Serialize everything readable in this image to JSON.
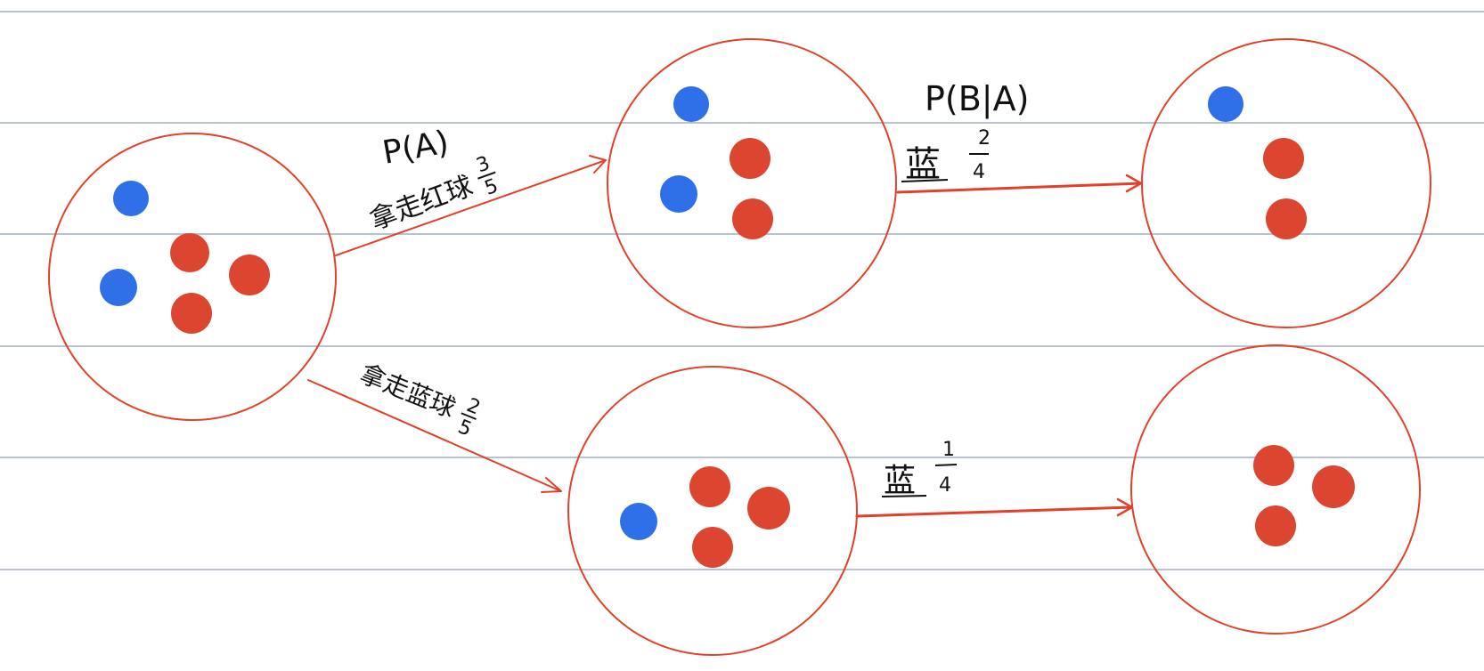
{
  "colors": {
    "ruling": "#b9c3d0",
    "circle": "#e0412a",
    "red_ball": "#dc4530",
    "blue_ball": "#2f6fe8",
    "ink": "#111111"
  },
  "urns": [
    {
      "id": "start",
      "balls": [
        "blue",
        "blue",
        "red",
        "red",
        "red"
      ]
    },
    {
      "id": "after-red",
      "balls": [
        "blue",
        "blue",
        "red",
        "red"
      ]
    },
    {
      "id": "after-red-blue",
      "balls": [
        "blue",
        "red",
        "red"
      ]
    },
    {
      "id": "after-blue",
      "balls": [
        "blue",
        "red",
        "red",
        "red"
      ]
    },
    {
      "id": "after-blue-blue",
      "balls": [
        "red",
        "red",
        "red"
      ]
    }
  ],
  "labels": {
    "p_a": "P(A)",
    "take_red": "拿走红球",
    "take_red_num": "3",
    "take_red_den": "5",
    "p_b_given_a": "P(B|A)",
    "blue_top": "蓝",
    "blue_top_num": "2",
    "blue_top_den": "4",
    "take_blue": "拿走蓝球",
    "take_blue_num": "2",
    "take_blue_den": "5",
    "blue_bottom": "蓝",
    "blue_bottom_num": "1",
    "blue_bottom_den": "4"
  }
}
